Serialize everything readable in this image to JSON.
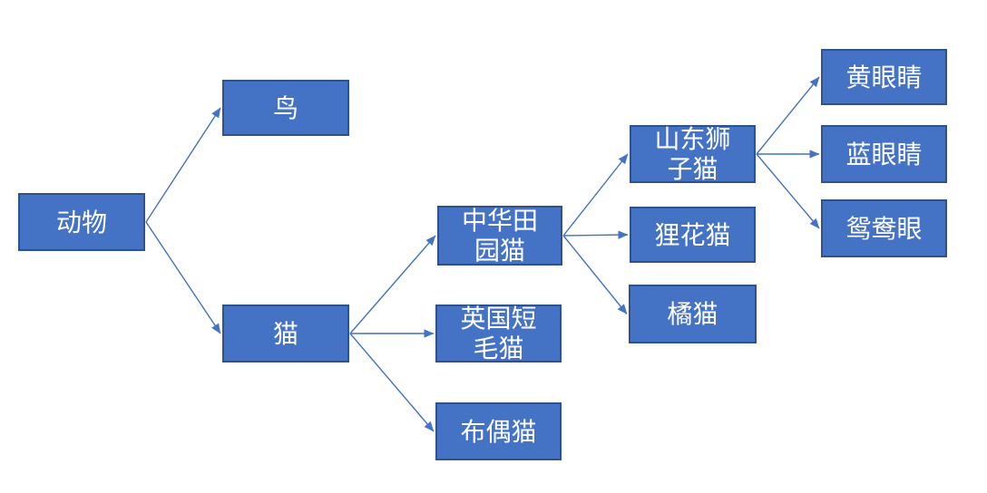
{
  "colors": {
    "background": "#ffffff",
    "node_fill": "#4472C4",
    "node_border": "#2F528F",
    "node_text": "#ffffff",
    "arrow": "#4472C4"
  },
  "nodes": {
    "animal": {
      "label": "动物"
    },
    "bird": {
      "label": "鸟"
    },
    "cat": {
      "label": "猫"
    },
    "pastoral": {
      "label": "中华田\n园猫"
    },
    "british": {
      "label": "英国短\n毛猫"
    },
    "ragdoll": {
      "label": "布偶猫"
    },
    "shandong": {
      "label": "山东狮\n子猫"
    },
    "lihua": {
      "label": "狸花猫"
    },
    "orange": {
      "label": "橘猫"
    },
    "yellow": {
      "label": "黄眼睛"
    },
    "blue": {
      "label": "蓝眼睛"
    },
    "odd": {
      "label": "鸳鸯眼"
    }
  },
  "edges": [
    {
      "from": "animal",
      "to": "bird"
    },
    {
      "from": "animal",
      "to": "cat"
    },
    {
      "from": "cat",
      "to": "pastoral"
    },
    {
      "from": "cat",
      "to": "british"
    },
    {
      "from": "cat",
      "to": "ragdoll"
    },
    {
      "from": "pastoral",
      "to": "shandong"
    },
    {
      "from": "pastoral",
      "to": "lihua"
    },
    {
      "from": "pastoral",
      "to": "orange"
    },
    {
      "from": "shandong",
      "to": "yellow"
    },
    {
      "from": "shandong",
      "to": "blue"
    },
    {
      "from": "shandong",
      "to": "odd"
    }
  ]
}
